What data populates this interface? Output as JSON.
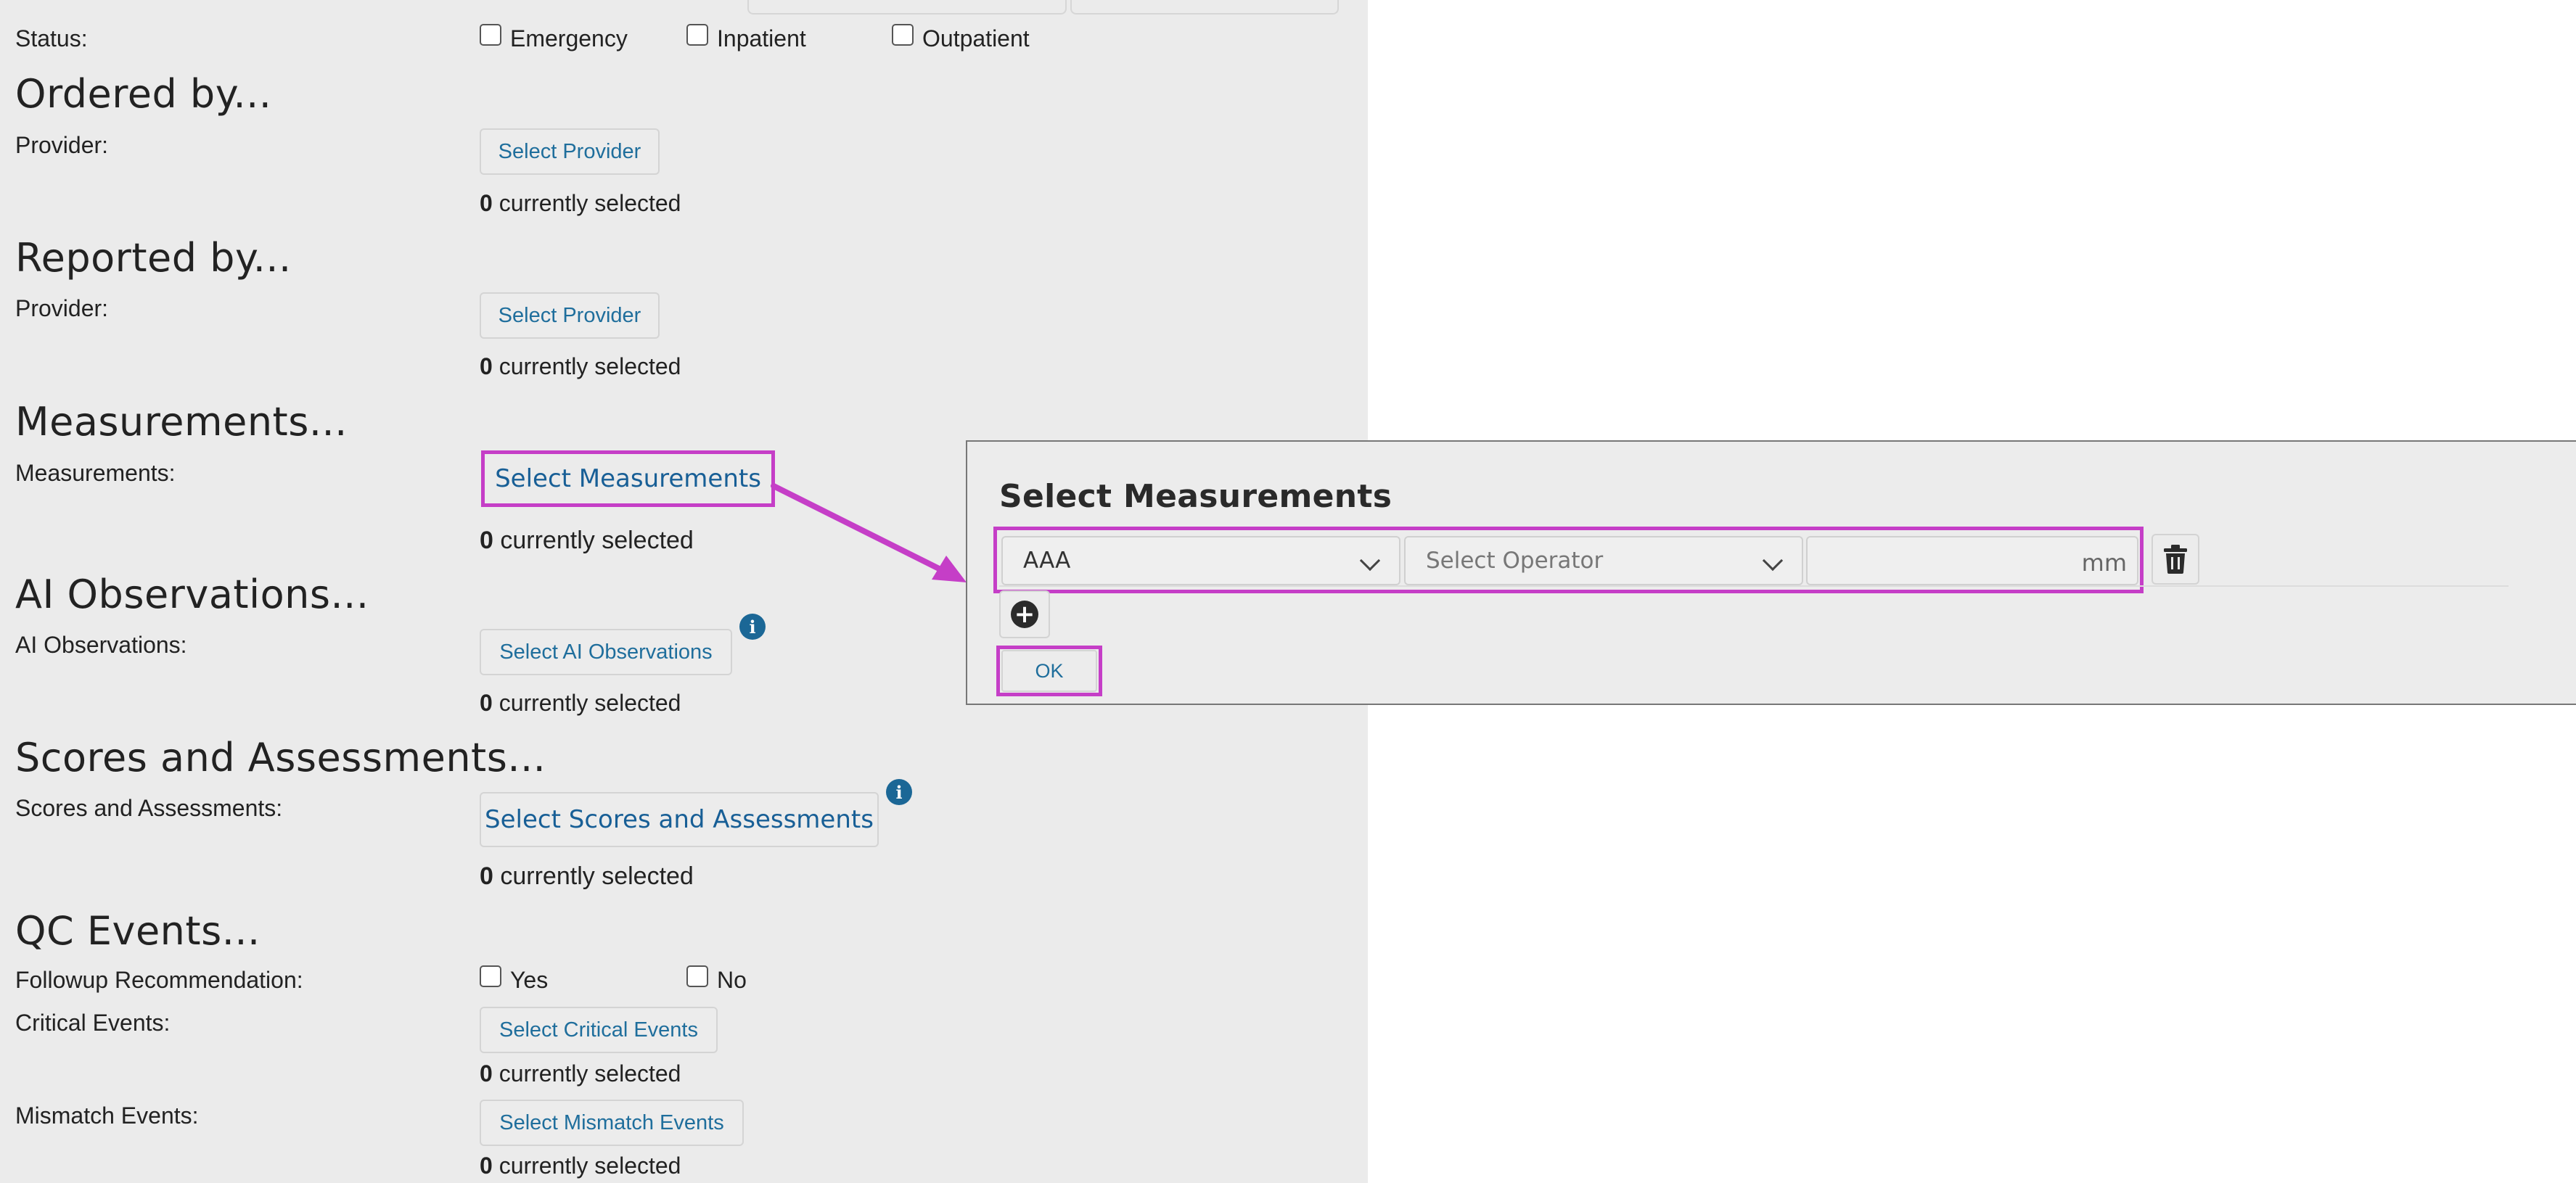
{
  "status": {
    "label": "Status:",
    "options": [
      "Emergency",
      "Inpatient",
      "Outpatient"
    ]
  },
  "ordered_by": {
    "heading": "Ordered by...",
    "label": "Provider:",
    "button": "Select Provider",
    "count": "0",
    "count_suffix": "currently selected"
  },
  "reported_by": {
    "heading": "Reported by...",
    "label": "Provider:",
    "button": "Select Provider",
    "count": "0",
    "count_suffix": "currently selected"
  },
  "measurements": {
    "heading": "Measurements...",
    "label": "Measurements:",
    "button": "Select Measurements",
    "count": "0",
    "count_suffix": "currently selected"
  },
  "ai_observations": {
    "heading": "AI Observations...",
    "label": "AI Observations:",
    "button": "Select AI Observations",
    "count": "0",
    "count_suffix": "currently selected",
    "info_glyph": "i"
  },
  "scores": {
    "heading": "Scores and Assessments...",
    "label": "Scores and Assessments:",
    "button": "Select Scores and Assessments",
    "count": "0",
    "count_suffix": "currently selected",
    "info_glyph": "i"
  },
  "qc_events": {
    "heading": "QC Events...",
    "followup_label": "Followup Recommendation:",
    "followup_options": [
      "Yes",
      "No"
    ],
    "critical_label": "Critical Events:",
    "critical_button": "Select Critical Events",
    "critical_count": "0",
    "critical_count_suffix": "currently selected",
    "mismatch_label": "Mismatch Events:",
    "mismatch_button": "Select Mismatch Events",
    "mismatch_count": "0",
    "mismatch_count_suffix": "currently selected"
  },
  "dialog": {
    "title": "Select Measurements",
    "measurement_value": "AAA",
    "operator_placeholder": "Select Operator",
    "value_input": "",
    "unit": "mm",
    "add_glyph": "+",
    "ok_button": "OK"
  },
  "colors": {
    "highlight": "#c53ec7",
    "link_blue": "#1f6e9c",
    "info_blue": "#1b6796",
    "panel_bg": "#ebebeb"
  },
  "icons": [
    "info-icon",
    "trash-icon",
    "plus-circle-icon",
    "chevron-down-icon",
    "checkbox-icon",
    "arrow-annotation"
  ]
}
